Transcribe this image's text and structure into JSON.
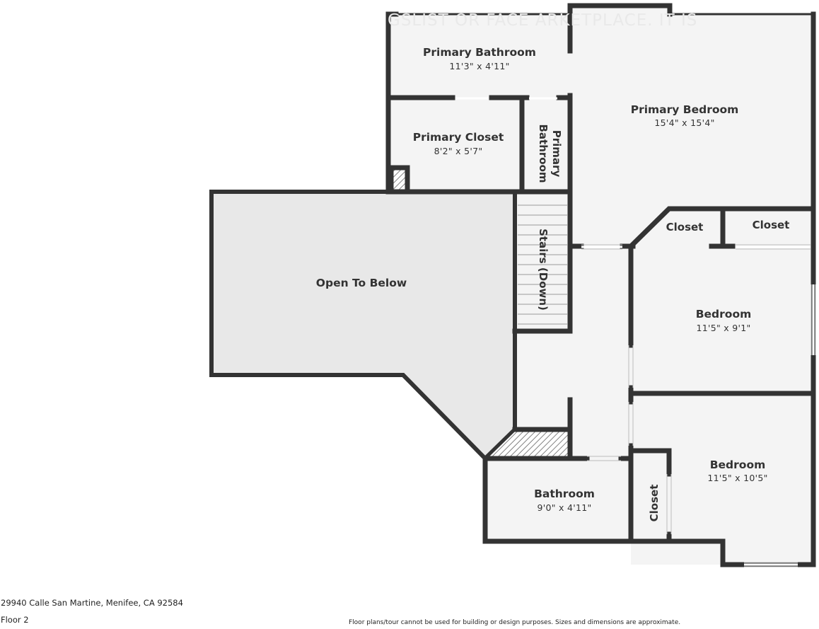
{
  "watermark": "GSLIST OR FACE      ARKETPLACE. IT IS",
  "rooms": {
    "primary_bathroom_top": {
      "name": "Primary Bathroom",
      "dims": "11'3\" x 4'11\""
    },
    "primary_bedroom": {
      "name": "Primary Bedroom",
      "dims": "15'4\" x 15'4\""
    },
    "primary_closet": {
      "name": "Primary Closet",
      "dims": "8'2\" x 5'7\""
    },
    "primary_bathroom_side": {
      "line1": "Primary",
      "line2": "Bathroom"
    },
    "stairs": {
      "name": "Stairs (Down)"
    },
    "open_to_below": {
      "name": "Open To Below"
    },
    "closet_left": {
      "name": "Closet"
    },
    "closet_right": {
      "name": "Closet"
    },
    "bedroom_upper": {
      "name": "Bedroom",
      "dims": "11'5\" x 9'1\""
    },
    "bedroom_lower": {
      "name": "Bedroom",
      "dims": "11'5\" x 10'5\""
    },
    "bathroom": {
      "name": "Bathroom",
      "dims": "9'0\" x 4'11\""
    },
    "closet_small": {
      "name": "Closet"
    }
  },
  "footer": {
    "address": "29940 Calle San Martine, Menifee, CA 92584",
    "floor": "Floor 2",
    "disclaimer": "Floor plans/tour cannot be used for building or design purposes. Sizes and dimensions are approximate."
  },
  "colors": {
    "wall": "#333333",
    "floor": "#f4f4f4",
    "open_area": "#e8e8e8",
    "window": "#ffffff"
  }
}
